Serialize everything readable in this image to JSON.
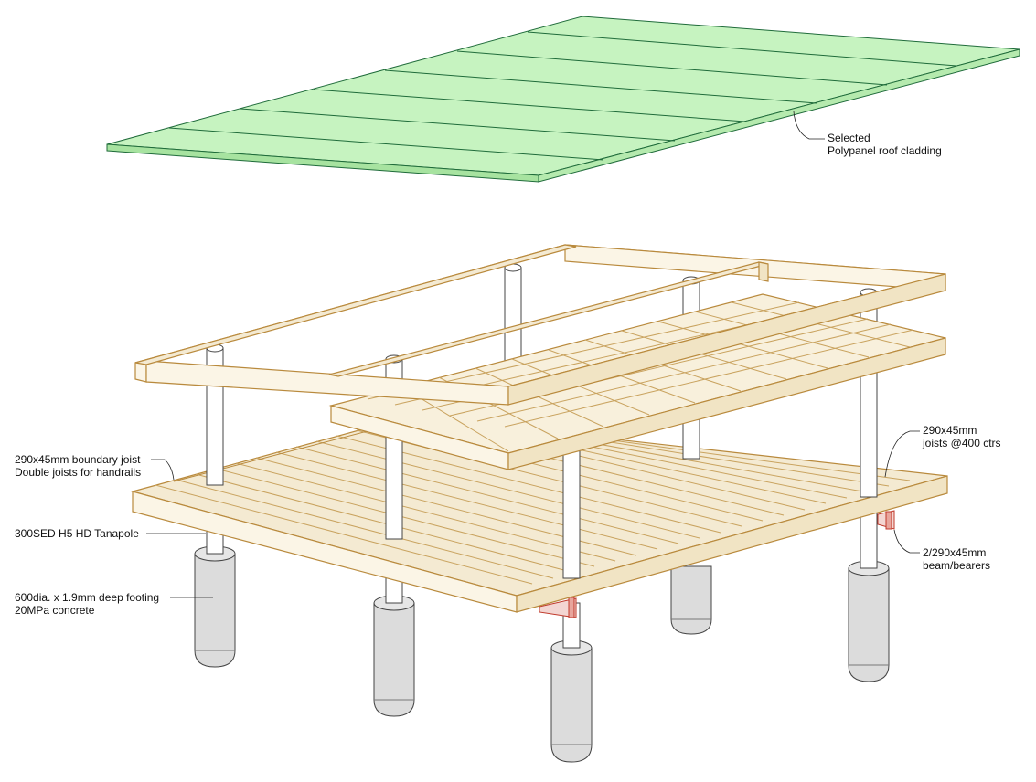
{
  "colors": {
    "roof_fill": "#c6f3c0",
    "roof_line": "#1f6b3a",
    "timber_fill": "#f4ead2",
    "timber_line": "#b98a3d",
    "pole_fill": "#ffffff",
    "pole_line": "#444444",
    "footing_fill": "#dcdcdc",
    "footing_line": "#444444",
    "bracket": "#c0392b",
    "leader": "#222222"
  },
  "annotations": {
    "roof": {
      "line1": "Selected",
      "line2": "Polypanel roof cladding"
    },
    "boundary_joist": {
      "line1": "290x45mm boundary joist",
      "line2": "Double joists for handrails"
    },
    "pole": {
      "line1": "300SED H5 HD Tanapole"
    },
    "footing": {
      "line1": "600dia. x 1.9mm deep footing",
      "line2": "20MPa concrete"
    },
    "joists": {
      "line1": "290x45mm",
      "line2": "joists @400 ctrs"
    },
    "bearers": {
      "line1": "2/290x45mm",
      "line2": "beam/bearers"
    }
  }
}
